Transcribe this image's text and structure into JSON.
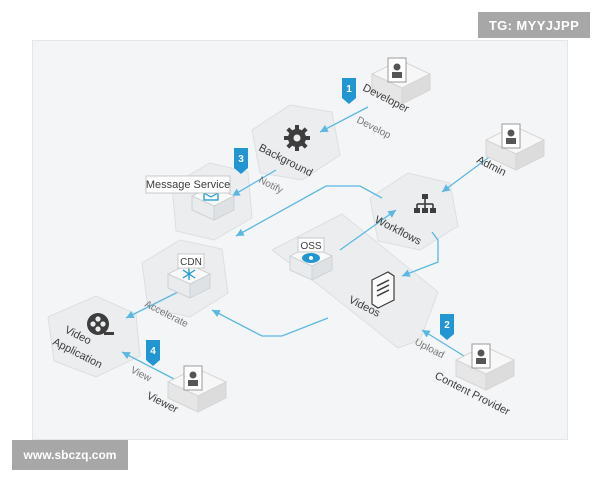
{
  "watermark": {
    "top_right": "TG: MYYJJPP",
    "bottom_left": "www.sbczq.com"
  },
  "nodes": {
    "developer": "Developer",
    "background": "Background",
    "message_service": "Message Service",
    "admin": "Admin",
    "workflows": "Workflows",
    "cdn": "CDN",
    "oss": "OSS",
    "videos": "Videos",
    "video_application": [
      "Video",
      "Application"
    ],
    "viewer": "Viewer",
    "content_provider": "Content Provider"
  },
  "edges": {
    "develop": "Develop",
    "notify": "Notify",
    "accelerate": "Accelerate",
    "upload": "Upload",
    "view": "View"
  },
  "steps": {
    "step1": "1",
    "step2": "2",
    "step3": "3",
    "step4": "4"
  },
  "colors": {
    "accent": "#2196d3",
    "line": "#5bb8e0",
    "icon_dark": "#3d3d3d"
  },
  "icons": [
    "gear-icon",
    "workflow-icon",
    "film-reel-icon",
    "document-icon",
    "person-badge-icon",
    "envelope-icon",
    "network-icon",
    "oss-bucket-icon",
    "step-flag-icon"
  ]
}
